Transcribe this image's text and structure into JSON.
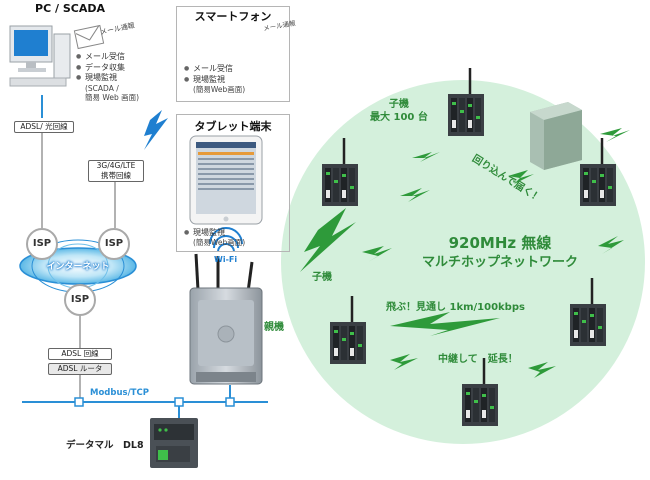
{
  "pc": {
    "title": "PC / SCADA",
    "mail_label": "メール通報",
    "items": [
      "メール受信",
      "データ収集",
      "現場監視"
    ],
    "sub_lines": [
      "(SCADA /",
      "簡易 Web 画面)"
    ]
  },
  "smartphone": {
    "title": "スマートフォン",
    "mail_label": "メール通報",
    "items": [
      "メール受信",
      "現場監視"
    ],
    "sub_lines": [
      "(簡易Web画面)"
    ]
  },
  "tablet": {
    "title": "タブレット端末",
    "items": [
      "現場監視"
    ],
    "sub_lines": [
      "(簡易Web画面)"
    ]
  },
  "network": {
    "adsl_fiber": "ADSL/ 光回線",
    "mobile_line_1": "3G/4G/LTE",
    "mobile_line_2": "携帯回線",
    "isp": "ISP",
    "internet": "インターネット",
    "adsl_line": "ADSL 回線",
    "adsl_router": "ADSL ルータ",
    "modbus": "Modbus/TCP",
    "wifi": "Wi-Fi",
    "datamaru": "データマル　DL8",
    "parent_unit": "親機"
  },
  "wireless": {
    "title_line1": "920MHz 無線",
    "title_line2": "マルチホップネットワーク",
    "child_max_1": "子機",
    "child_max_2": "最大 100 台",
    "child": "子機",
    "around": "回り込んで届く！",
    "fly": "飛ぶ！見通し 1km/100kbps",
    "relay": "中継して　延長！"
  },
  "colors": {
    "circle_fill": "#d4f0dc",
    "bolt": "#2e9a3a",
    "line_blue": "#2a8fd6",
    "text_green": "#2f8b3a"
  }
}
